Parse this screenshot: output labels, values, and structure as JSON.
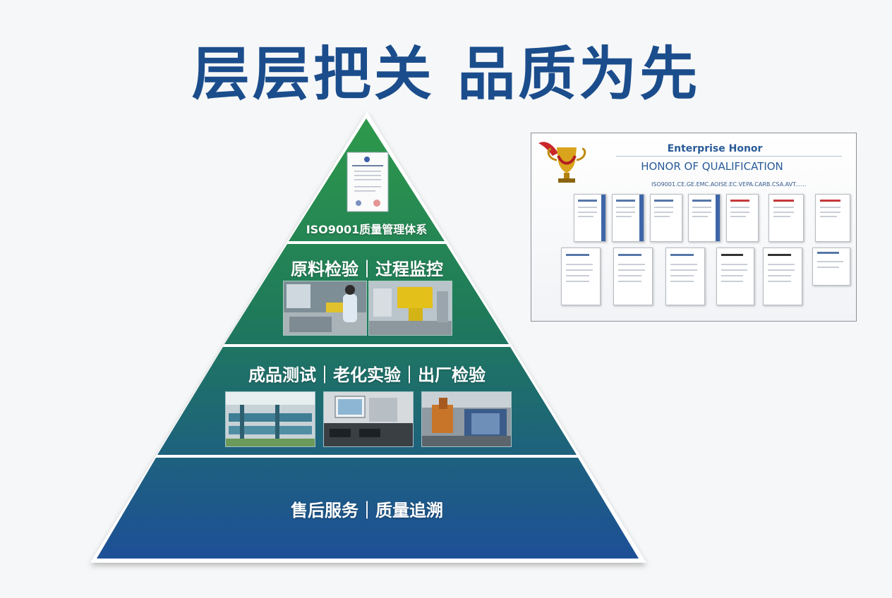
{
  "headline": "层层把关  品质为先",
  "pyramid": {
    "tier1": {
      "label": "ISO9001质量管理体系",
      "image": "iso9001-certificate"
    },
    "tier2": {
      "label": "原料检验｜过程监控",
      "photos": [
        "raw-material-inspection-photo",
        "process-monitoring-photo"
      ]
    },
    "tier3": {
      "label": "成品测试｜老化实验｜出厂检验",
      "photos": [
        "product-testing-photo",
        "aging-test-photo",
        "factory-inspection-photo"
      ]
    },
    "tier4": {
      "label": "售后服务｜质量追溯"
    }
  },
  "honor": {
    "title": "Enterprise Honor",
    "subtitle": "HONOR OF QUALIFICATION",
    "list": "ISO9001.CE.GE.EMC.AOISE.EC.VEPA.CARB.CSA.AVT......",
    "trophy_icon": "trophy-icon",
    "certificates_row1": 7,
    "certificates_row2": 6
  },
  "colors": {
    "title": "#1b4d8c",
    "pyramid_top": "#2e9a4a",
    "pyramid_bottom": "#1d4f98"
  }
}
